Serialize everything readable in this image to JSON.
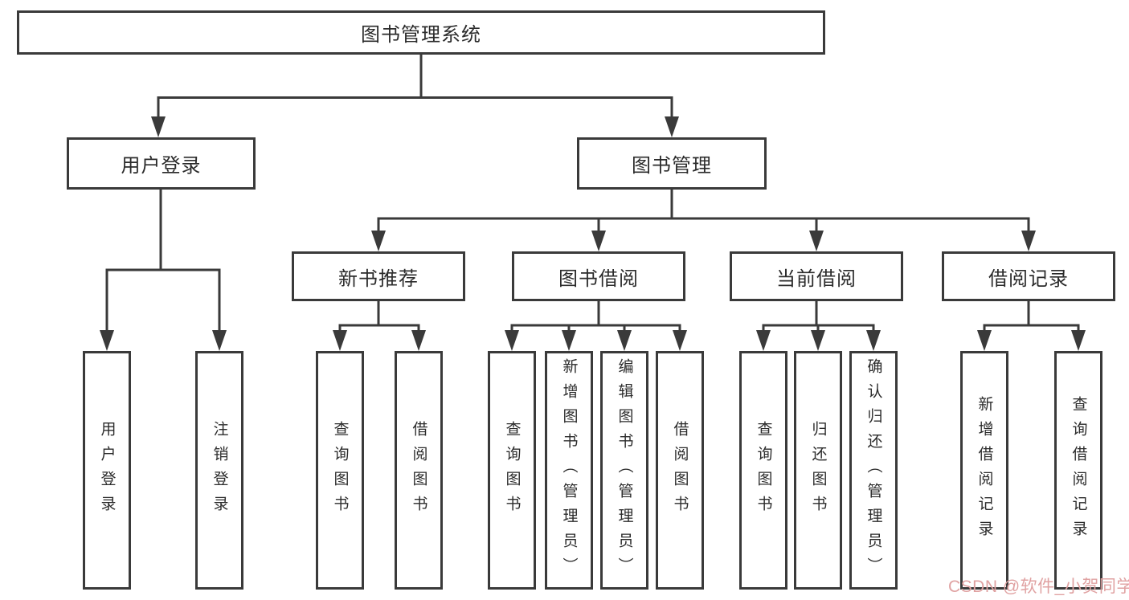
{
  "tree": {
    "root": {
      "label": "图书管理系统",
      "children": [
        {
          "label": "用户登录",
          "children": [
            {
              "label": "用户登录"
            },
            {
              "label": "注销登录"
            }
          ]
        },
        {
          "label": "图书管理",
          "children": [
            {
              "label": "新书推荐",
              "children": [
                {
                  "label": "查询图书"
                },
                {
                  "label": "借阅图书"
                }
              ]
            },
            {
              "label": "图书借阅",
              "children": [
                {
                  "label": "查询图书"
                },
                {
                  "label": "新增图书（管理员）"
                },
                {
                  "label": "编辑图书（管理员）"
                },
                {
                  "label": "借阅图书"
                }
              ]
            },
            {
              "label": "当前借阅",
              "children": [
                {
                  "label": "查询图书"
                },
                {
                  "label": "归还图书"
                },
                {
                  "label": "确认归还（管理员）"
                }
              ]
            },
            {
              "label": "借阅记录",
              "children": [
                {
                  "label": "新增借阅记录"
                },
                {
                  "label": "查询借阅记录"
                }
              ]
            }
          ]
        }
      ]
    }
  },
  "watermark": {
    "text": "CSDN @软件_小贺同学",
    "color": "#e0a2a2"
  },
  "colors": {
    "background": "#ffffff",
    "line": "#3a3a3a",
    "border": "#3a3a3a",
    "text": "#2b2b2b"
  }
}
